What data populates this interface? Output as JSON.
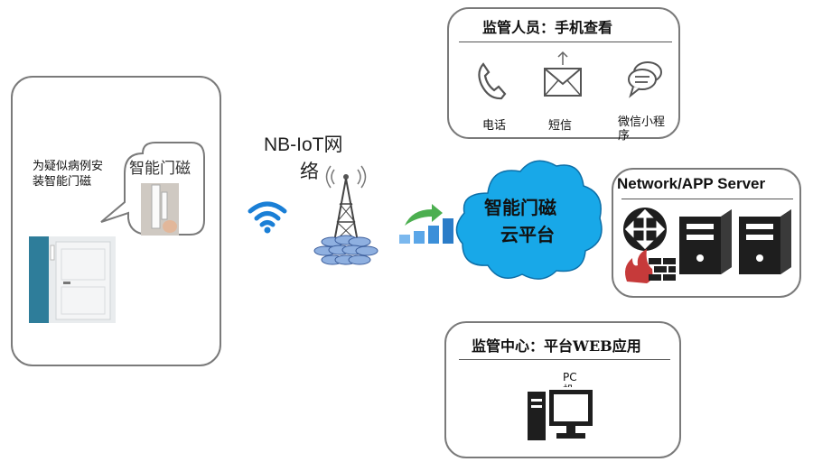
{
  "patient_panel": {
    "caption": "为疑似病例安装智能门磁",
    "bubble_label": "智能门磁"
  },
  "network": {
    "label_line1": "NB-IoT网",
    "label_line2": "络"
  },
  "cloud": {
    "line1": "智能门磁",
    "line2": "云平台"
  },
  "mobile_panel": {
    "title": "监管人员：手机查看",
    "items": [
      {
        "label": "电话",
        "icon": "phone-icon"
      },
      {
        "label": "短信",
        "icon": "envelope-icon"
      },
      {
        "label": "微信小程序",
        "icon": "chat-bubble-icon"
      }
    ]
  },
  "server_panel": {
    "title": "Network/APP Server"
  },
  "web_panel": {
    "title": "监管中心：平台WEB应用",
    "pc_label": "PC机"
  },
  "colors": {
    "cloud": "#18a8e8",
    "wifi": "#1a7fd6",
    "tower": "#5a7fb8",
    "signal_bars": "#3b8fd9",
    "arrow": "#4caf50",
    "door": "#2e7d9a"
  }
}
